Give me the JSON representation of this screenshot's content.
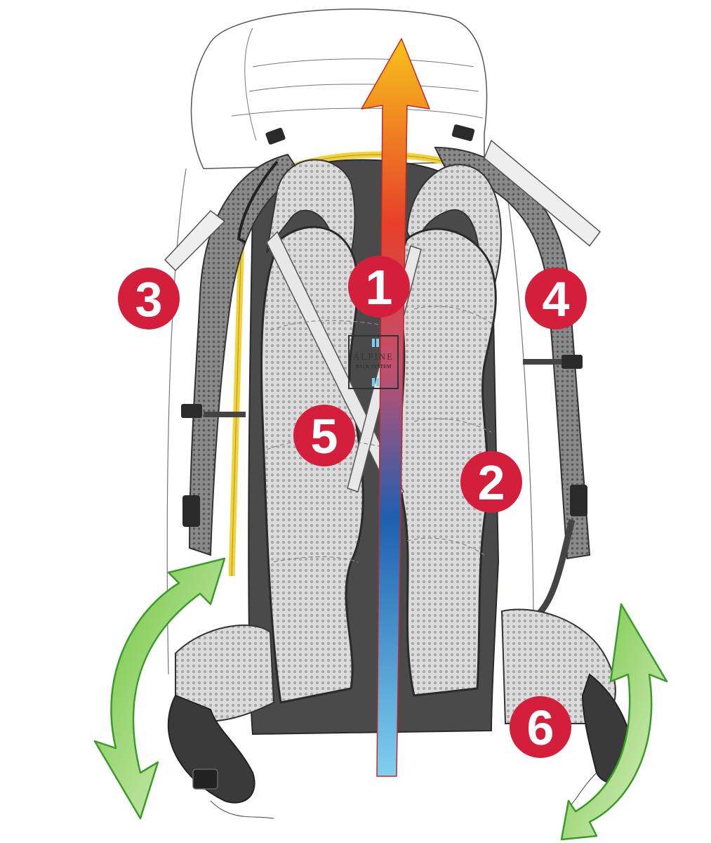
{
  "diagram": {
    "callouts": [
      {
        "id": "1",
        "label": "1"
      },
      {
        "id": "2",
        "label": "2"
      },
      {
        "id": "3",
        "label": "3"
      },
      {
        "id": "4",
        "label": "4"
      },
      {
        "id": "5",
        "label": "5"
      },
      {
        "id": "6",
        "label": "6"
      }
    ],
    "logo": {
      "line1": "ALPINE",
      "line2": "BACK SYSTEM"
    },
    "colors": {
      "callout_fill": "#d31f3c",
      "mesh_light": "#cfcfcf",
      "padding_dark": "#4a4a4a",
      "frame_yellow": "#f2d23a",
      "rotation_arrow": "#8ed65a",
      "airflow_top": "#f7c31a",
      "airflow_mid": "#e8402a",
      "airflow_low": "#1f5fb0",
      "airflow_bottom": "#7fd0f0"
    }
  }
}
